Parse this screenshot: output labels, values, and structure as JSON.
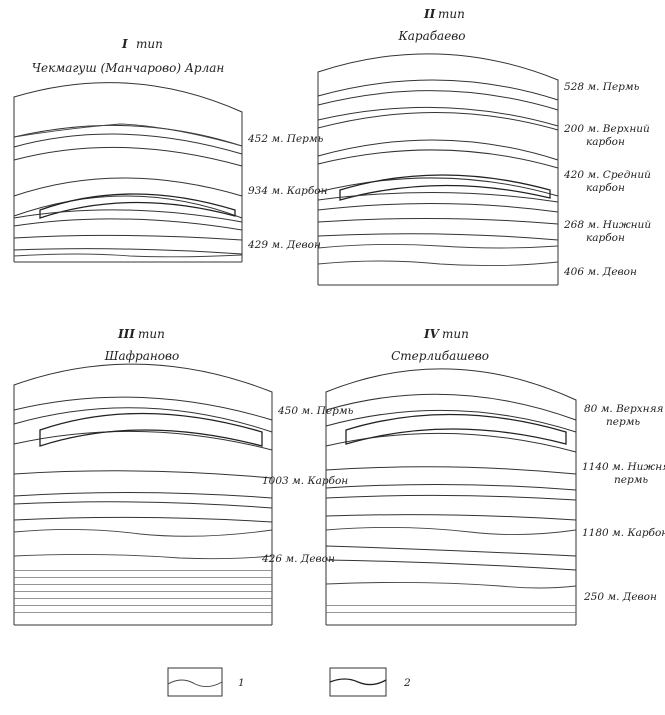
{
  "panels": [
    {
      "id": "p1",
      "type_number": "I",
      "type_word": "тип",
      "location": "Чекмагуш (Манчарово) Арлан",
      "labels": [
        {
          "thickness": "452 м.",
          "name": "Пермь"
        },
        {
          "thickness": "934 м.",
          "name": "Карбон"
        },
        {
          "thickness": "429 м.",
          "name": "Девон"
        }
      ]
    },
    {
      "id": "p2",
      "type_number": "II",
      "type_word": "тип",
      "location": "Карабаево",
      "labels": [
        {
          "thickness": "528 м.",
          "name": "Пермь"
        },
        {
          "thickness": "200 м.",
          "name": "Верхний",
          "name2": "карбон"
        },
        {
          "thickness": "420 м.",
          "name": "Средний",
          "name2": "карбон"
        },
        {
          "thickness": "268 м.",
          "name": "Нижний",
          "name2": "карбон"
        },
        {
          "thickness": "406 м.",
          "name": "Девон"
        }
      ]
    },
    {
      "id": "p3",
      "type_number": "III",
      "type_word": "тип",
      "location": "Шафраново",
      "labels": [
        {
          "thickness": "450 м.",
          "name": "Пермь"
        },
        {
          "thickness": "1003 м.",
          "name": "Карбон"
        },
        {
          "thickness": "426 м.",
          "name": "Девон"
        }
      ]
    },
    {
      "id": "p4",
      "type_number": "IV",
      "type_word": "тип",
      "location": "Стерлибашево",
      "labels": [
        {
          "thickness": "80 м.",
          "name": "Верхняя",
          "name2": "пермь"
        },
        {
          "thickness": "1140 м.",
          "name": "Нижняя",
          "name2": "пермь"
        },
        {
          "thickness": "1180 м.",
          "name": "Карбон"
        },
        {
          "thickness": "250 м.",
          "name": "Девон"
        }
      ]
    }
  ],
  "legend": [
    {
      "number": "1",
      "pattern": "plain-wavy"
    },
    {
      "number": "2",
      "pattern": "hatched-wavy"
    }
  ]
}
